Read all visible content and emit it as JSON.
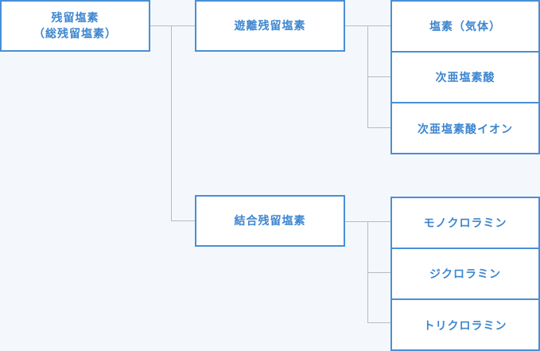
{
  "root": {
    "line1": "残留塩素",
    "line2": "（総残留塩素）"
  },
  "branches": [
    {
      "label": "遊離残留塩素",
      "children": [
        "塩素（気体）",
        "次亜塩素酸",
        "次亜塩素酸イオン"
      ]
    },
    {
      "label": "結合残留塩素",
      "children": [
        "モノクロラミン",
        "ジクロラミン",
        "トリクロラミン"
      ]
    }
  ],
  "colors": {
    "border": "#4a8fd6",
    "text": "#3d86d0",
    "connector": "#bbbbbb",
    "background": "#f4f8fc"
  }
}
